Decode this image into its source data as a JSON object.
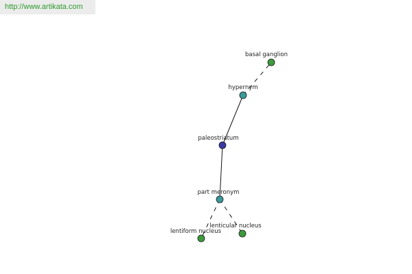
{
  "watermark": {
    "text": "http://www.artikata.com"
  },
  "graph": {
    "nodes": [
      {
        "id": "basal-ganglion",
        "label": "basal ganglion",
        "color": "#3d9b3d"
      },
      {
        "id": "hypernym",
        "label": "hypernym",
        "color": "#3a9a9a"
      },
      {
        "id": "paleostriatum",
        "label": "paleostriatum",
        "color": "#3a3aa0"
      },
      {
        "id": "part-meronym",
        "label": "part meronym",
        "color": "#3a9a9a"
      },
      {
        "id": "lentiform-nucleus",
        "label": "lentiform nucleus",
        "color": "#3d9b3d"
      },
      {
        "id": "lenticular-nucleus",
        "label": "lenticular nucleus",
        "color": "#3d9b3d"
      }
    ],
    "edges": [
      {
        "from": "hypernym",
        "to": "basal-ganglion",
        "style": "dashed"
      },
      {
        "from": "paleostriatum",
        "to": "hypernym",
        "style": "solid"
      },
      {
        "from": "paleostriatum",
        "to": "part-meronym",
        "style": "solid"
      },
      {
        "from": "part-meronym",
        "to": "lentiform-nucleus",
        "style": "dashed"
      },
      {
        "from": "part-meronym",
        "to": "lenticular-nucleus",
        "style": "dashed"
      }
    ]
  }
}
